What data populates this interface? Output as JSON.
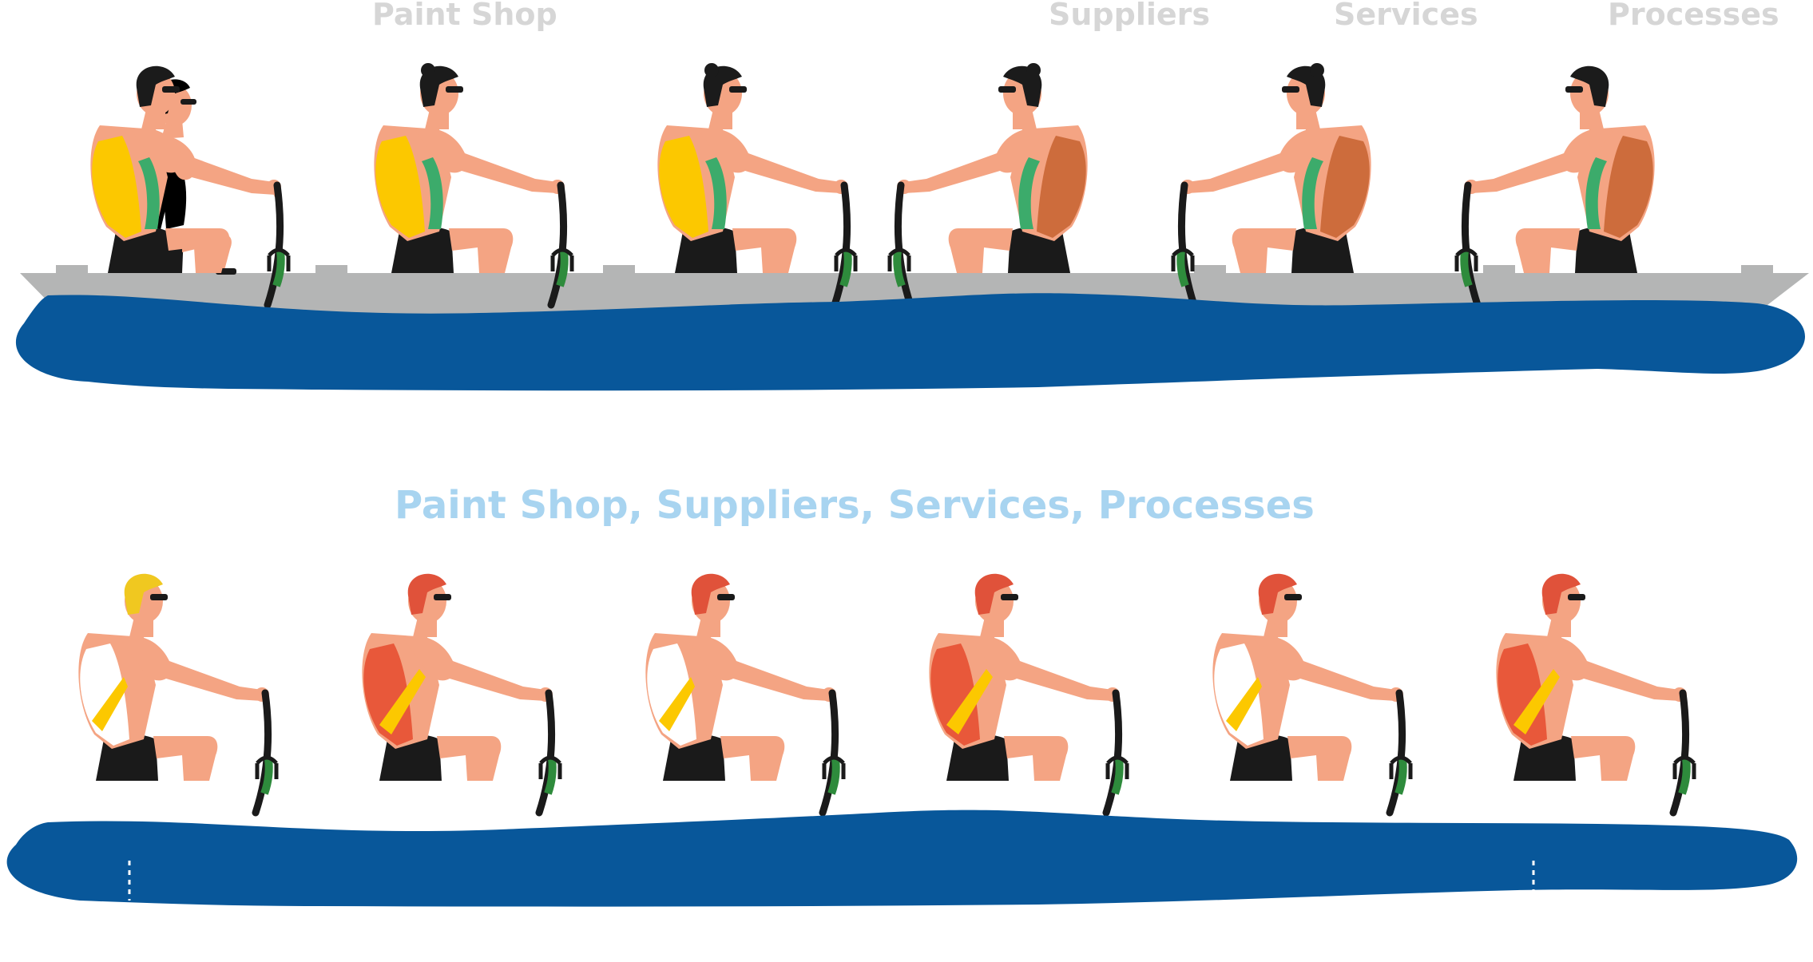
{
  "top_labels": [
    "Paint Shop",
    "Suppliers",
    "Services",
    "Processes"
  ],
  "middle_label": "Paint Shop, Suppliers, Services, Processes",
  "colors": {
    "water": "#08579a",
    "boat": "#b4b5b5",
    "skin": "#f4a483",
    "shorts": "#1a1a1a",
    "hair_dark": "#1b1b1b",
    "hair_red": "#e0523a",
    "hair_blond": "#f0c820",
    "top_yellow": "#fcc800",
    "top_green": "#3cab6b",
    "top_orange": "#cd6c3c",
    "top_red": "#e8583a",
    "top_white": "#ffffff",
    "oar_green": "#2e8b3c"
  },
  "boat_top": {
    "rowers": [
      {
        "facing": "right",
        "top": "yellow",
        "hair": "dark-curly"
      },
      {
        "facing": "right",
        "top": "yellow",
        "hair": "dark-bun"
      },
      {
        "facing": "right",
        "top": "yellow",
        "hair": "dark-bun"
      },
      {
        "facing": "left",
        "top": "orange",
        "hair": "dark-bun"
      },
      {
        "facing": "left",
        "top": "orange",
        "hair": "dark-bun"
      },
      {
        "facing": "left",
        "top": "orange",
        "hair": "dark-curly"
      }
    ]
  },
  "boat_bottom": {
    "rowers": [
      {
        "facing": "right",
        "top": "white",
        "hair": "blond"
      },
      {
        "facing": "right",
        "top": "red",
        "hair": "red"
      },
      {
        "facing": "right",
        "top": "white",
        "hair": "red"
      },
      {
        "facing": "right",
        "top": "red",
        "hair": "red"
      },
      {
        "facing": "right",
        "top": "white",
        "hair": "red"
      },
      {
        "facing": "right",
        "top": "red",
        "hair": "red"
      }
    ]
  }
}
